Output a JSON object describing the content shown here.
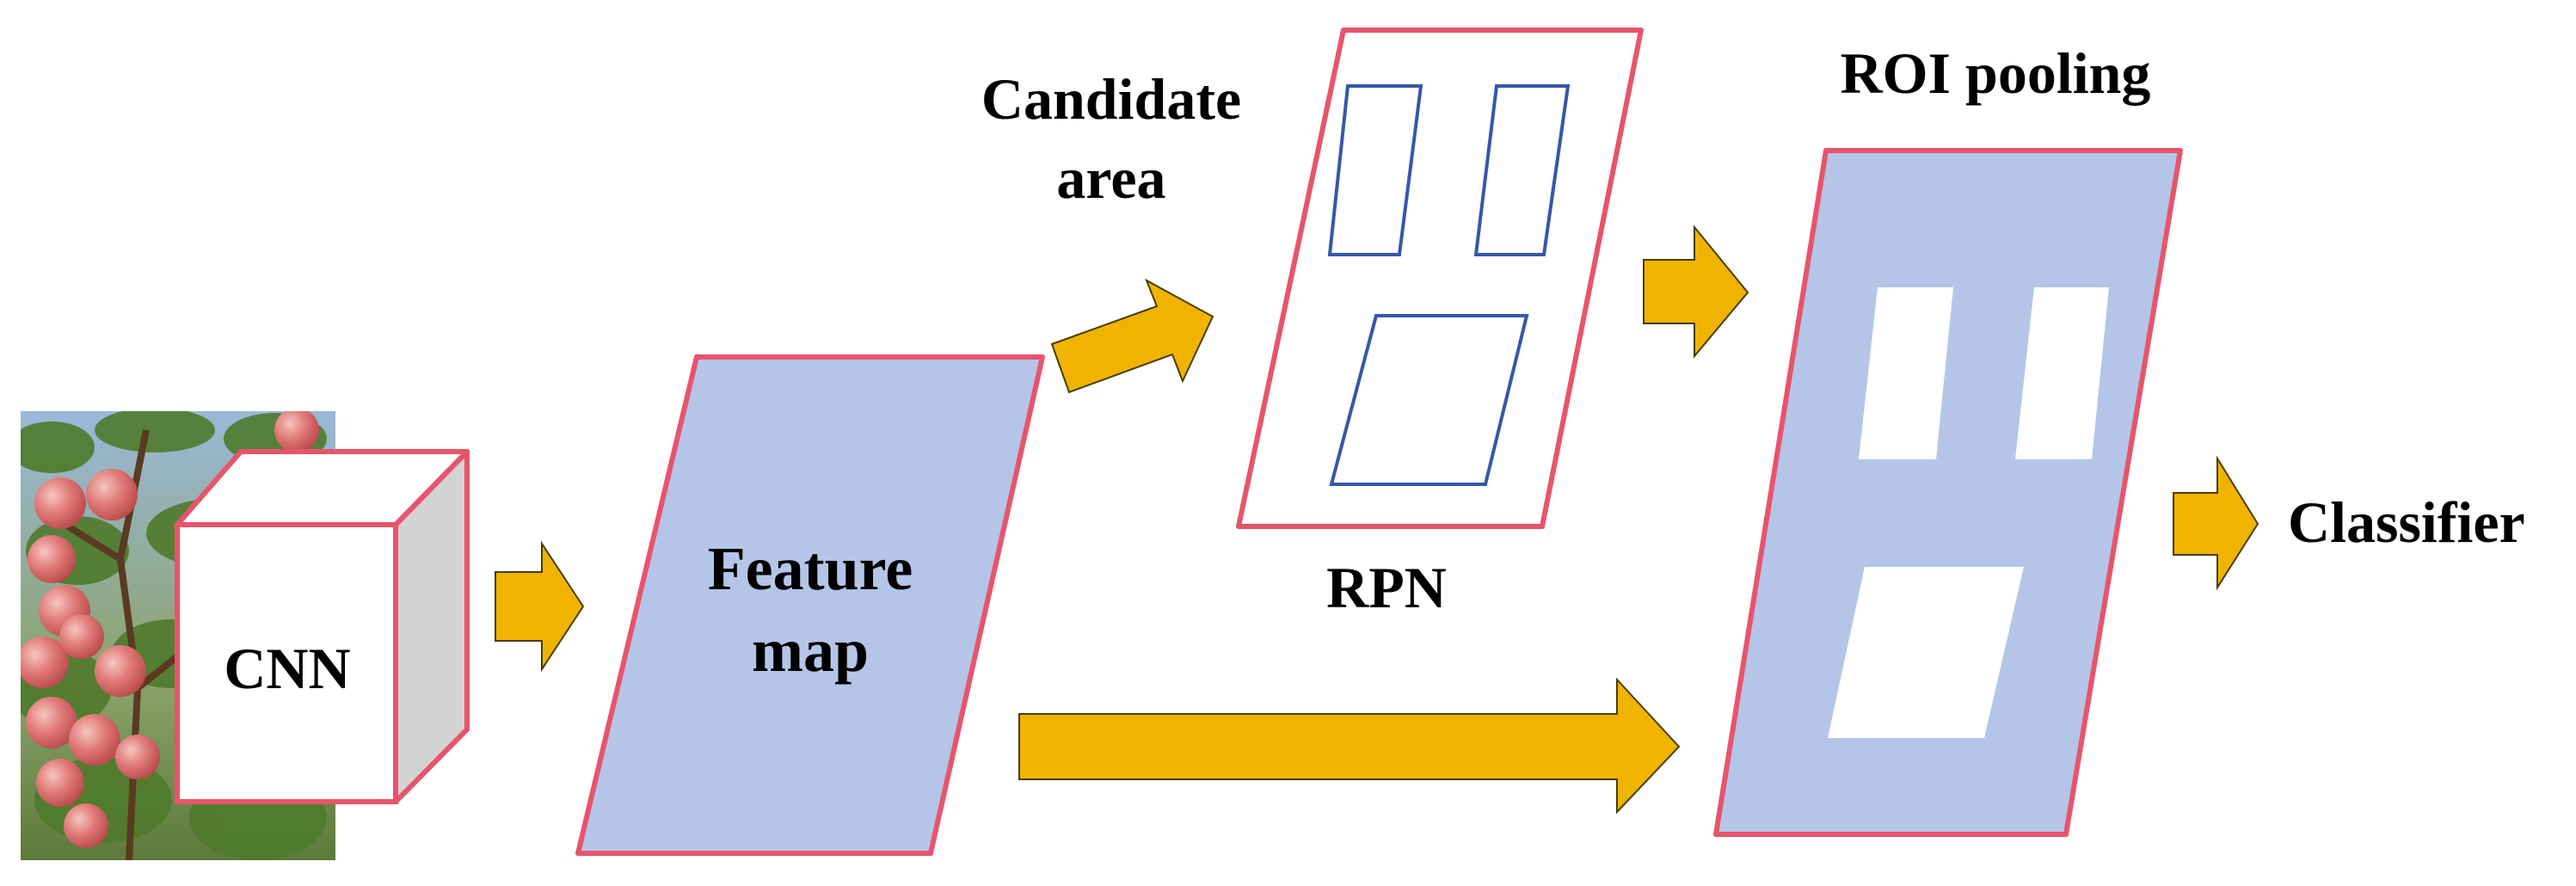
{
  "labels": {
    "cnn": "CNN",
    "feature_map_line1": "Feature",
    "feature_map_line2": "map",
    "candidate_line1": "Candidate",
    "candidate_line2": "area",
    "rpn": "RPN",
    "roi_pooling": "ROI pooling",
    "classifier": "Classifier"
  },
  "icons": {
    "input_photo": "apple-orchard-photo-icon",
    "arrow": "right-arrow-icon"
  },
  "colors": {
    "box_border": "#e8546b",
    "feature_fill": "#b4c5e8",
    "arrow_fill": "#f0b400",
    "arrow_stroke": "#4a3c00",
    "proposal_stroke": "#3558a8",
    "cube_side": "#d3d3d3",
    "text": "#000000"
  }
}
